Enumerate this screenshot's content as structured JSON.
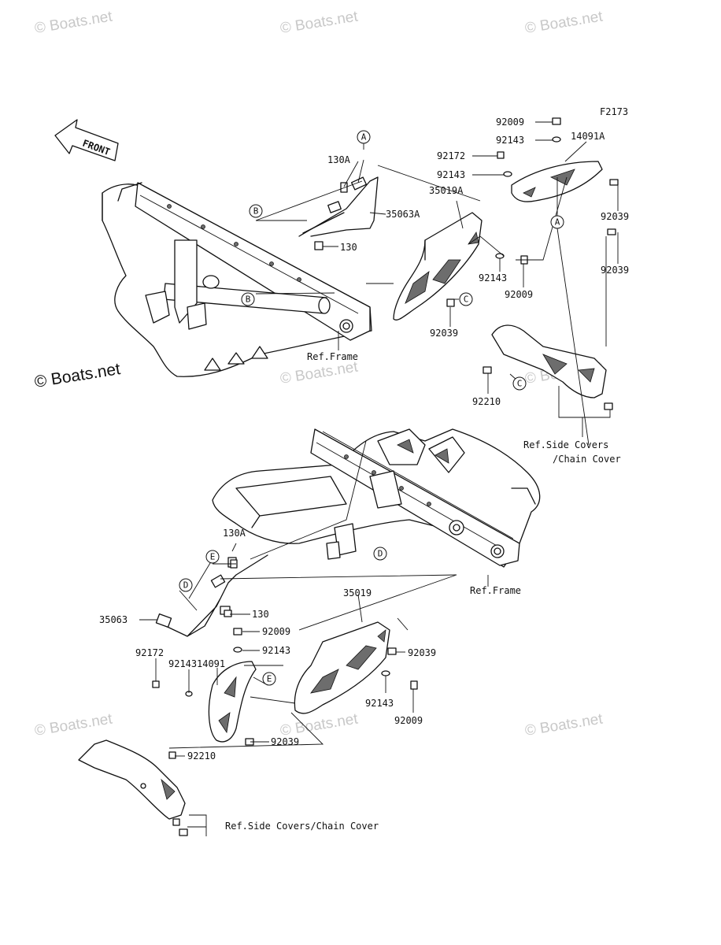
{
  "figure_code": "F2173",
  "front_label": "FRONT",
  "watermarks": {
    "grey": "© Boats.net",
    "dark": "© Boats.net"
  },
  "upper": {
    "parts": {
      "p130A": "130A",
      "p35063A": "35063A",
      "p130": "130",
      "p35019A": "35019A",
      "p92009_top": "92009",
      "p92143_top": "92143",
      "p14091A": "14091A",
      "p92172": "92172",
      "p92143_mid": "92143",
      "p92039_r1": "92039",
      "p92039_r2": "92039",
      "p92143_low": "92143",
      "p92009_low": "92009",
      "p92039_c": "92039",
      "p92210": "92210"
    },
    "refs": {
      "frame": "Ref.Frame",
      "side_covers_1": "Ref.Side Covers",
      "side_covers_2": "/Chain Cover"
    },
    "callouts": {
      "A1": "A",
      "A2": "A",
      "B1": "B",
      "B2": "B",
      "C1": "C",
      "C2": "C"
    }
  },
  "lower": {
    "parts": {
      "p130A": "130A",
      "p35063": "35063",
      "p130": "130",
      "p35019": "35019",
      "p92009_top": "92009",
      "p92143_top": "92143",
      "p14091": "14091",
      "p92172": "92172",
      "p92143_left": "92143",
      "p92039_right": "92039",
      "p92143_right": "92143",
      "p92009_right": "92009",
      "p92039_low": "92039",
      "p92210": "92210"
    },
    "refs": {
      "frame": "Ref.Frame",
      "side_covers": "Ref.Side Covers/Chain Cover"
    },
    "callouts": {
      "D1": "D",
      "D2": "D",
      "E1": "E",
      "E2": "E"
    }
  }
}
